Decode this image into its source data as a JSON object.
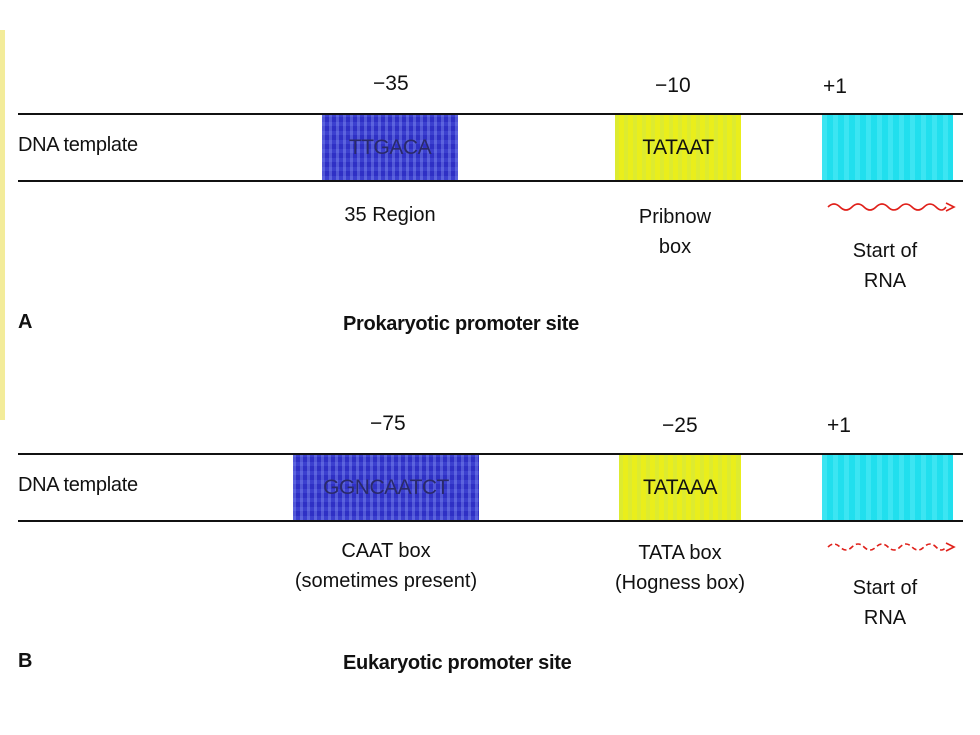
{
  "panels": [
    {
      "letter": "A",
      "title": "Prokaryotic promoter site",
      "dna_label": "DNA template",
      "positions": {
        "upstream": "−35",
        "middle": "−10",
        "start": "+1"
      },
      "boxes": {
        "upstream": "TTGACA",
        "middle": "TATAAT"
      },
      "captions": {
        "upstream": [
          "35 Region"
        ],
        "middle": [
          "Pribnow",
          "box"
        ],
        "start": [
          "Start of",
          "RNA"
        ]
      }
    },
    {
      "letter": "B",
      "title": "Eukaryotic promoter site",
      "dna_label": "DNA template",
      "positions": {
        "upstream": "−75",
        "middle": "−25",
        "start": "+1"
      },
      "boxes": {
        "upstream": "GGNCAATCT",
        "middle": "TATAAA"
      },
      "captions": {
        "upstream": [
          "CAAT box",
          "(sometimes present)"
        ],
        "middle": [
          "TATA box",
          "(Hogness box)"
        ],
        "start": [
          "Start of",
          "RNA"
        ]
      }
    }
  ],
  "colors": {
    "upstream_box": "#3b3fd6",
    "middle_box": "#e8ee1a",
    "start_box": "#22e0ee",
    "rna_arrow": "#e0201a"
  }
}
